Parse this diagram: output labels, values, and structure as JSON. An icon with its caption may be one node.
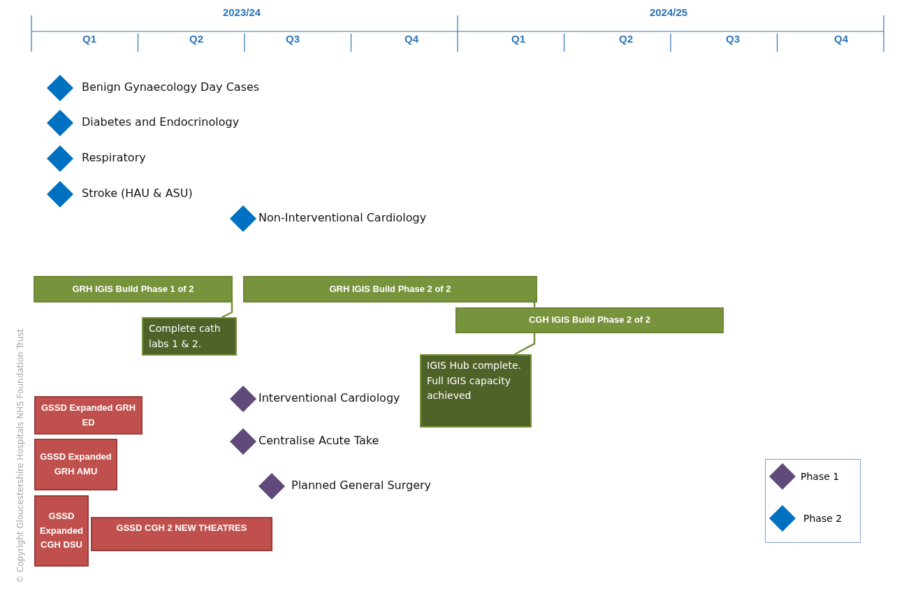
{
  "diagram": {
    "nodes": [
      {
        "text": [],
        "shape": "diamond",
        "beside": [
          "Benign Gynaecology Day Cases"
        ]
      },
      {
        "text": [],
        "shape": "diamond",
        "beside": [
          "Diabetes and Endocrinology"
        ]
      },
      {
        "text": [],
        "shape": "diamond",
        "beside": [
          "Respiratory"
        ]
      },
      {
        "text": [],
        "shape": "diamond",
        "beside": [
          "Stroke (HAU & ASU)"
        ]
      },
      {
        "text": [],
        "shape": "diamond",
        "beside": [
          "Non-Interventional Cardiology"
        ]
      },
      {
        "text": [
          "GRH IGIS Build Phase 1 of 2"
        ]
      },
      {
        "text": [
          "GRH IGIS Build Phase 2 of 2"
        ]
      },
      {
        "text": [
          "Complete cath labs 1 & 2."
        ]
      },
      {
        "text": [
          "CGH IGIS Build Phase 2 of 2"
        ]
      },
      {
        "text": [
          "IGIS Hub complete. Full IGIS capacity achieved"
        ]
      },
      {
        "text": [
          "GSSD Expanded GRH ED"
        ]
      },
      {
        "text": [],
        "shape": "diamond",
        "beside": [
          "Interventional Cardiology"
        ]
      },
      {
        "text": [
          "GSSD Expanded GRH AMU"
        ]
      },
      {
        "text": [],
        "shape": "diamond",
        "beside": [
          "Centralise Acute Take"
        ]
      },
      {
        "text": [],
        "shape": "diamond",
        "beside": [
          "Planned General Surgery"
        ]
      },
      {
        "text": [
          "GSSD Expanded CGH DSU"
        ]
      },
      {
        "text": [
          "GSSD CGH 2 NEW THEATRES"
        ]
      }
    ],
    "edges": [
      {
        "from": 5,
        "to": 7,
        "arrow": "none"
      },
      {
        "from": 6,
        "to": 8,
        "arrow": "none"
      },
      {
        "from": 8,
        "to": 9,
        "arrow": "none"
      }
    ],
    "labels": [
      "2023/24",
      "2024/25",
      "Q1",
      "Q2",
      "Q3",
      "Q4",
      "Q1",
      "Q2",
      "Q3",
      "Q4",
      "© Copyright Gloucestershire Hospitals NHS Foundation Trust"
    ],
    "legend": [
      {
        "text": "Phase 1",
        "color": "#604a7b"
      },
      {
        "text": "Phase 2",
        "color": "#0070c0"
      }
    ]
  }
}
